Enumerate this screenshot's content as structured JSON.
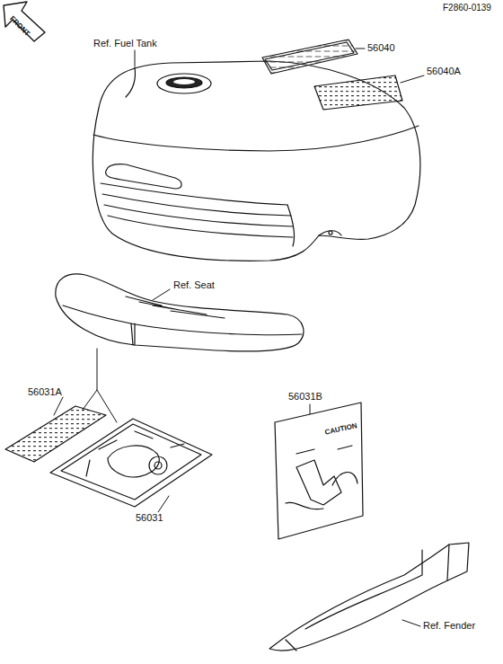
{
  "diagram": {
    "labels": [
      "F2860-0139",
      "FRONT",
      "Ref. Fuel Tank",
      "56040",
      "56040A",
      "Ref. Seat",
      "56031A",
      "56031B",
      "CAUTION",
      "56031",
      "Ref. Fender"
    ]
  }
}
